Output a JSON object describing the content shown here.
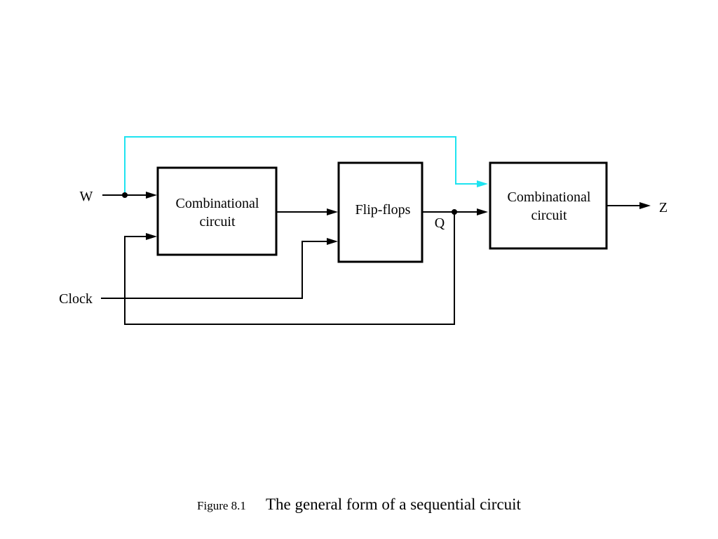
{
  "diagram": {
    "blocks": {
      "comb1": {
        "line1": "Combinational",
        "line2": "circuit"
      },
      "flipflops": {
        "label": "Flip-flops"
      },
      "comb2": {
        "line1": "Combinational",
        "line2": "circuit"
      }
    },
    "signals": {
      "input_w": "W",
      "input_clock": "Clock",
      "state_q": "Q",
      "output_z": "Z"
    },
    "colors": {
      "wire": "#000000",
      "highlighted_wire": "#1ee3f0"
    }
  },
  "caption": {
    "figure_number": "Figure 8.1",
    "title": "The general form of a sequential circuit"
  }
}
